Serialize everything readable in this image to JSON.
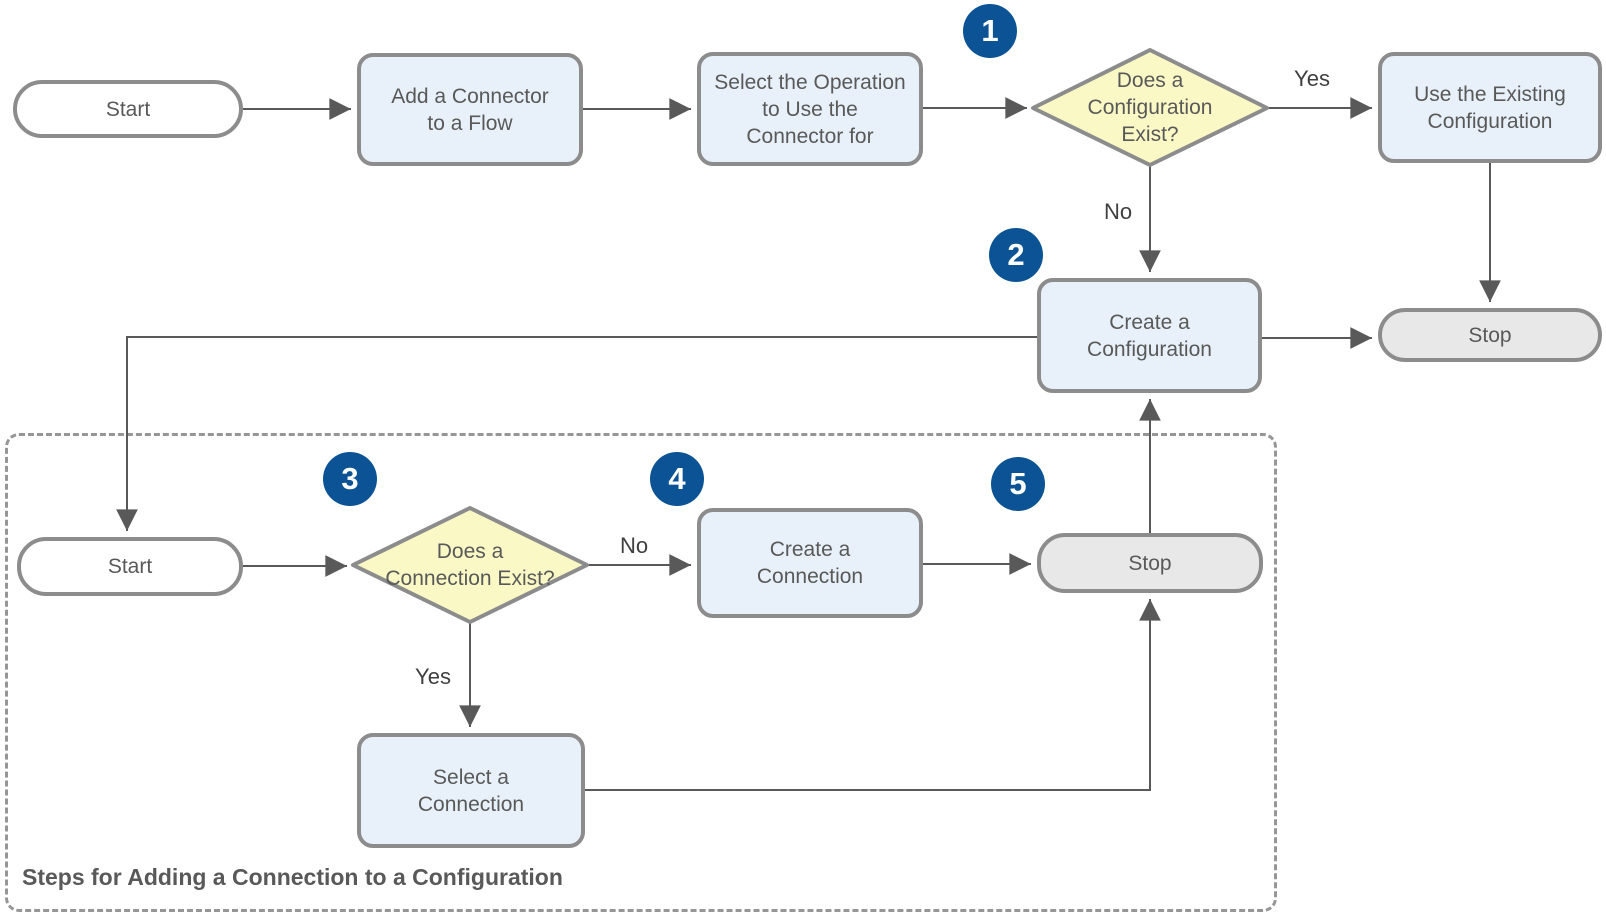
{
  "title": "Steps for Adding a Connection to a Configuration",
  "colors": {
    "process_fill": "#E8F1FA",
    "decision_fill": "#FAF9C6",
    "start_fill": "#FFFFFF",
    "stop_fill": "#E8E8E8",
    "node_border": "#8C8C8C",
    "connector": "#595959",
    "badge_fill": "#0B5394",
    "text": "#595959"
  },
  "nodes": {
    "start_top": {
      "label": "Start",
      "type": "terminal"
    },
    "add_connector": {
      "label": "Add a Connector\nto a Flow",
      "type": "process"
    },
    "select_operation": {
      "label": "Select the Operation\nto Use the\nConnector for",
      "type": "process"
    },
    "config_exists": {
      "label": "Does a\nConfiguration\nExist?",
      "type": "decision",
      "badge": "1"
    },
    "use_existing_config": {
      "label": "Use the Existing\nConfiguration",
      "type": "process"
    },
    "create_configuration": {
      "label": "Create a\nConfiguration",
      "type": "process",
      "badge": "2"
    },
    "stop_top": {
      "label": "Stop",
      "type": "terminal"
    },
    "start_bottom": {
      "label": "Start",
      "type": "terminal"
    },
    "connection_exists": {
      "label": "Does a\nConnection Exist?",
      "type": "decision",
      "badge": "3"
    },
    "create_connection": {
      "label": "Create a\nConnection",
      "type": "process",
      "badge": "4"
    },
    "stop_bottom": {
      "label": "Stop",
      "type": "terminal",
      "badge": "5"
    },
    "select_connection": {
      "label": "Select a\nConnection",
      "type": "process"
    }
  },
  "edge_labels": {
    "config_yes": "Yes",
    "config_no": "No",
    "connection_no": "No",
    "connection_yes": "Yes"
  }
}
